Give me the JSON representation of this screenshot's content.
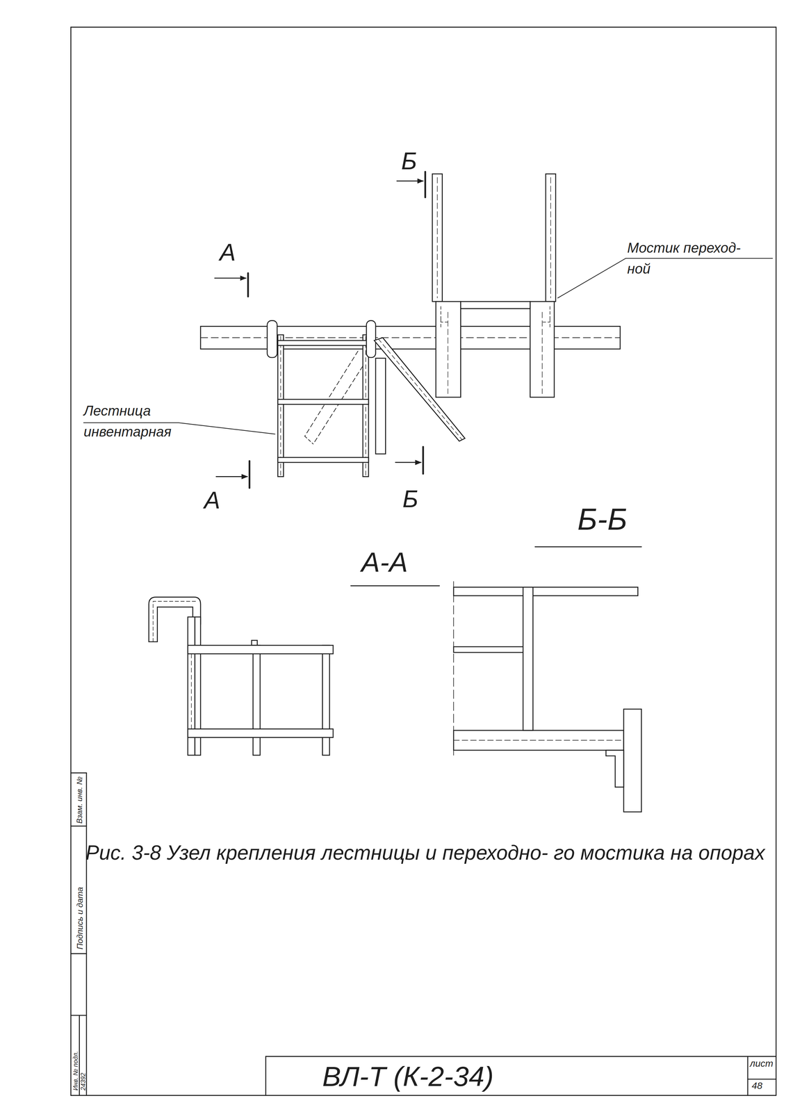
{
  "diagram": {
    "caption": "Рис. 3-8 Узел крепления лестницы и переходно- го мостика на опорах",
    "labels": [
      "Б",
      "А",
      "Мостик переход- ной",
      "Лестница инвентарная",
      "А",
      "Б",
      "Б-Б",
      "А-А",
      "Взам. инв. №",
      "Подпись и дата",
      "Инв. № подл.",
      "24392",
      "ВЛ-Т (К-2-34)",
      "лист",
      "48"
    ]
  }
}
